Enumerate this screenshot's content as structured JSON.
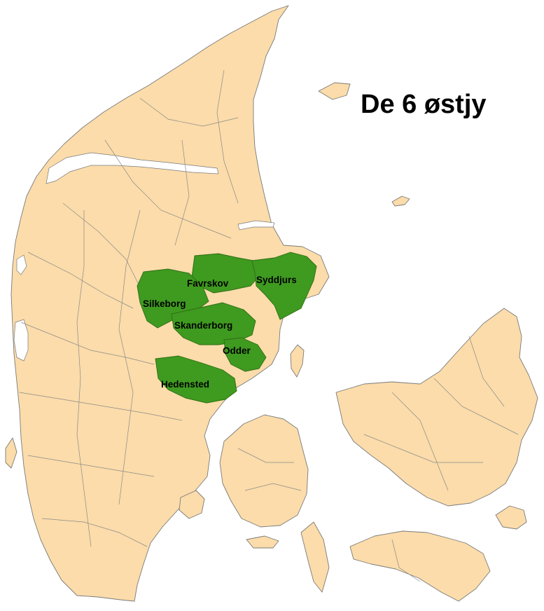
{
  "title": "De 6 østjy",
  "colors": {
    "land": "#fbdcaa",
    "highlight": "#3f9a20",
    "water": "#ffffff",
    "border": "#7a7a7a"
  },
  "municipalities": [
    {
      "id": "favrskov",
      "label": "Favrskov"
    },
    {
      "id": "syddjurs",
      "label": "Syddjurs"
    },
    {
      "id": "silkeborg",
      "label": "Silkeborg"
    },
    {
      "id": "skanderborg",
      "label": "Skanderborg"
    },
    {
      "id": "odder",
      "label": "Odder"
    },
    {
      "id": "hedensted",
      "label": "Hedensted"
    }
  ]
}
